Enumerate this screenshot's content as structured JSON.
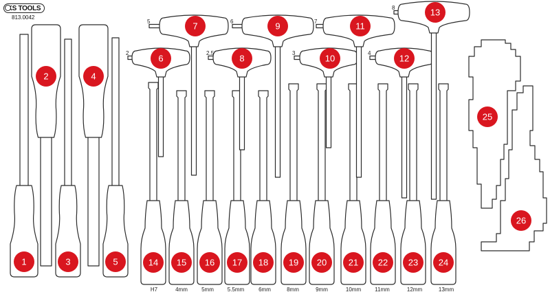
{
  "brand": {
    "logo_text": "KS TOOLS",
    "product_code": "813.0042"
  },
  "colors": {
    "outline": "#2a2a2a",
    "badge": "#d9161f",
    "badge_text": "#ffffff",
    "label": "#222222",
    "background": "#ffffff"
  },
  "tool_items": [
    {
      "number": "1",
      "kind": "screwdriver"
    },
    {
      "number": "2",
      "kind": "screwdriver"
    },
    {
      "number": "3",
      "kind": "screwdriver"
    },
    {
      "number": "4",
      "kind": "screwdriver"
    },
    {
      "number": "5",
      "kind": "screwdriver"
    },
    {
      "number": "6",
      "kind": "t-handle",
      "size": "2"
    },
    {
      "number": "7",
      "kind": "t-handle",
      "size": "5"
    },
    {
      "number": "8",
      "kind": "t-handle",
      "size": "2.5"
    },
    {
      "number": "9",
      "kind": "t-handle",
      "size": "6"
    },
    {
      "number": "10",
      "kind": "t-handle",
      "size": "3"
    },
    {
      "number": "11",
      "kind": "t-handle",
      "size": "7"
    },
    {
      "number": "12",
      "kind": "t-handle",
      "size": "4"
    },
    {
      "number": "13",
      "kind": "t-handle",
      "size": "8"
    },
    {
      "number": "14",
      "kind": "nut-driver",
      "size": "H7"
    },
    {
      "number": "15",
      "kind": "nut-driver",
      "size": "4mm"
    },
    {
      "number": "16",
      "kind": "nut-driver",
      "size": "5mm"
    },
    {
      "number": "17",
      "kind": "nut-driver",
      "size": "5.5mm"
    },
    {
      "number": "18",
      "kind": "nut-driver",
      "size": "6mm"
    },
    {
      "number": "19",
      "kind": "nut-driver",
      "size": "8mm"
    },
    {
      "number": "20",
      "kind": "nut-driver",
      "size": "9mm"
    },
    {
      "number": "21",
      "kind": "nut-driver",
      "size": "10mm"
    },
    {
      "number": "22",
      "kind": "nut-driver",
      "size": "11mm"
    },
    {
      "number": "23",
      "kind": "nut-driver",
      "size": "12mm"
    },
    {
      "number": "24",
      "kind": "nut-driver",
      "size": "13mm"
    },
    {
      "number": "25",
      "kind": "bit-holder"
    },
    {
      "number": "26",
      "kind": "bit-holder"
    }
  ]
}
